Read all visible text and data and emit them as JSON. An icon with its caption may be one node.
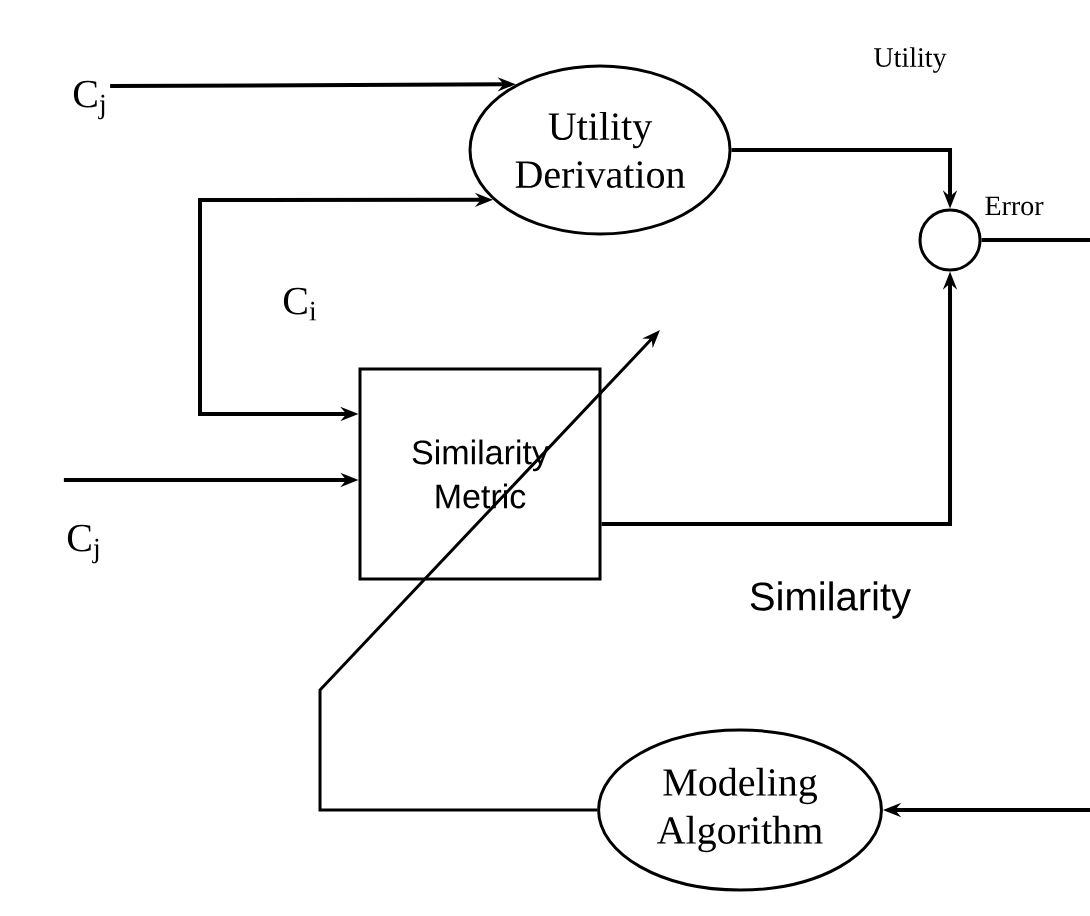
{
  "diagram": {
    "nodes": [
      {
        "text": [
          "C$_{j}$"
        ]
      },
      {
        "text": [
          "Utility Derivation"
        ]
      },
      {
        "text": [],
        "shape": "circle",
        "beside": [
          "Error"
        ]
      },
      {
        "text": [
          "Similarity Metric"
        ]
      },
      {
        "text": [
          "C$_{j}$"
        ]
      },
      {
        "text": [
          "Modeling Algorithm"
        ]
      }
    ],
    "edges": [
      {
        "from": 0,
        "to": 1,
        "arrow": "to"
      },
      {
        "from": null,
        "to": 1,
        "arrow": "to"
      },
      {
        "from": null,
        "to": 3,
        "arrow": "to"
      },
      {
        "from": 1,
        "to": 2,
        "arrow": "to",
        "label": "Utility"
      },
      {
        "from": 4,
        "to": 3,
        "arrow": "to"
      },
      {
        "from": 3,
        "to": 2,
        "arrow": "to",
        "label": "Similarity"
      },
      {
        "from": 2,
        "to": null,
        "arrow": "none"
      },
      {
        "from": null,
        "to": 5,
        "arrow": "to"
      },
      {
        "from": 5,
        "to": null,
        "arrow": "to"
      }
    ],
    "labels": [
      "C$_{i}$"
    ]
  }
}
